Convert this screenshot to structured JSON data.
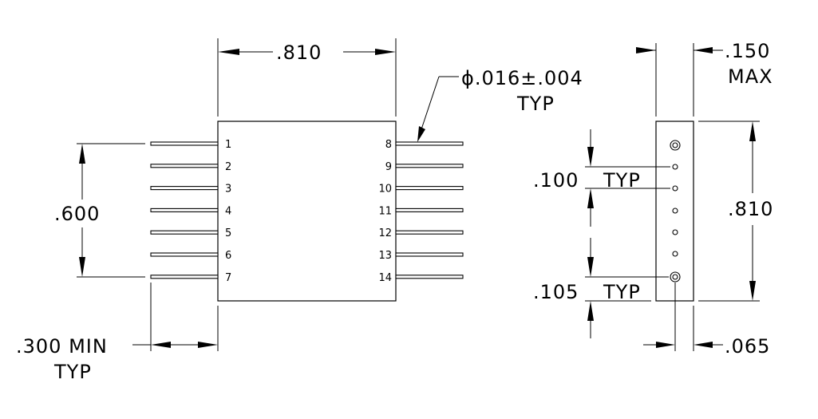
{
  "front_view": {
    "body_width": ".810",
    "pin_diameter": "ϕ.016±.004",
    "pin_diameter_note": "TYP",
    "pin_span": ".600",
    "lead_length": ".300 MIN",
    "lead_length_note": "TYP",
    "left_pins": [
      "1",
      "2",
      "3",
      "4",
      "5",
      "6",
      "7"
    ],
    "right_pins": [
      "8",
      "9",
      "10",
      "11",
      "12",
      "13",
      "14"
    ]
  },
  "side_view": {
    "thickness": ".150",
    "thickness_note": "MAX",
    "body_height": ".810",
    "pin_pitch": ".100",
    "pin_pitch_note": "TYP",
    "end_offset": ".105",
    "end_offset_note": "TYP",
    "pin_offset": ".065"
  }
}
